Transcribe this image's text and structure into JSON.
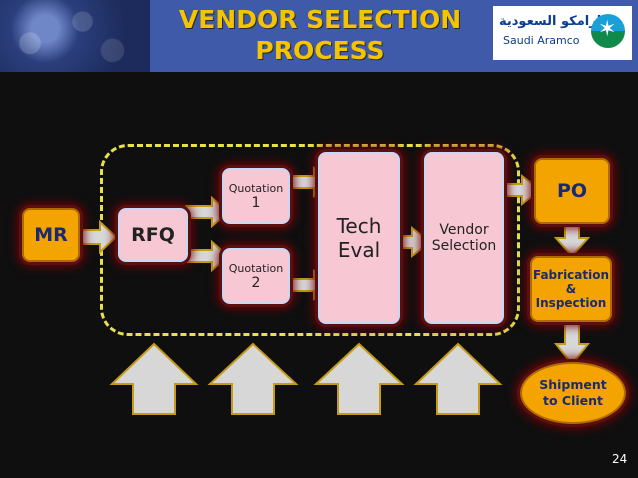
{
  "header": {
    "title_line1": "VENDOR SELECTION",
    "title_line2": "PROCESS",
    "logo_arabic": "ارامكو السعودية",
    "logo_english": "Saudi Aramco"
  },
  "nodes": {
    "mr": "MR",
    "rfq": "RFQ",
    "quotation1_label": "Quotation",
    "quotation1_num": "1",
    "quotation2_label": "Quotation",
    "quotation2_num": "2",
    "tech_eval_line1": "Tech",
    "tech_eval_line2": "Eval",
    "vendor_line1": "Vendor",
    "vendor_line2": "Selection",
    "po": "PO",
    "fabrication_line1": "Fabrication",
    "fabrication_line2": "&",
    "fabrication_line3": "Inspection",
    "shipment_line1": "Shipment",
    "shipment_line2": "to Client"
  },
  "footer": {
    "page_number": "24"
  },
  "colors": {
    "title": "#f5c400",
    "header_bg": "#3f5aa8",
    "orange_box": "#f4a400",
    "pink_box": "#f7c8d3",
    "dash": "#e8e04d"
  }
}
